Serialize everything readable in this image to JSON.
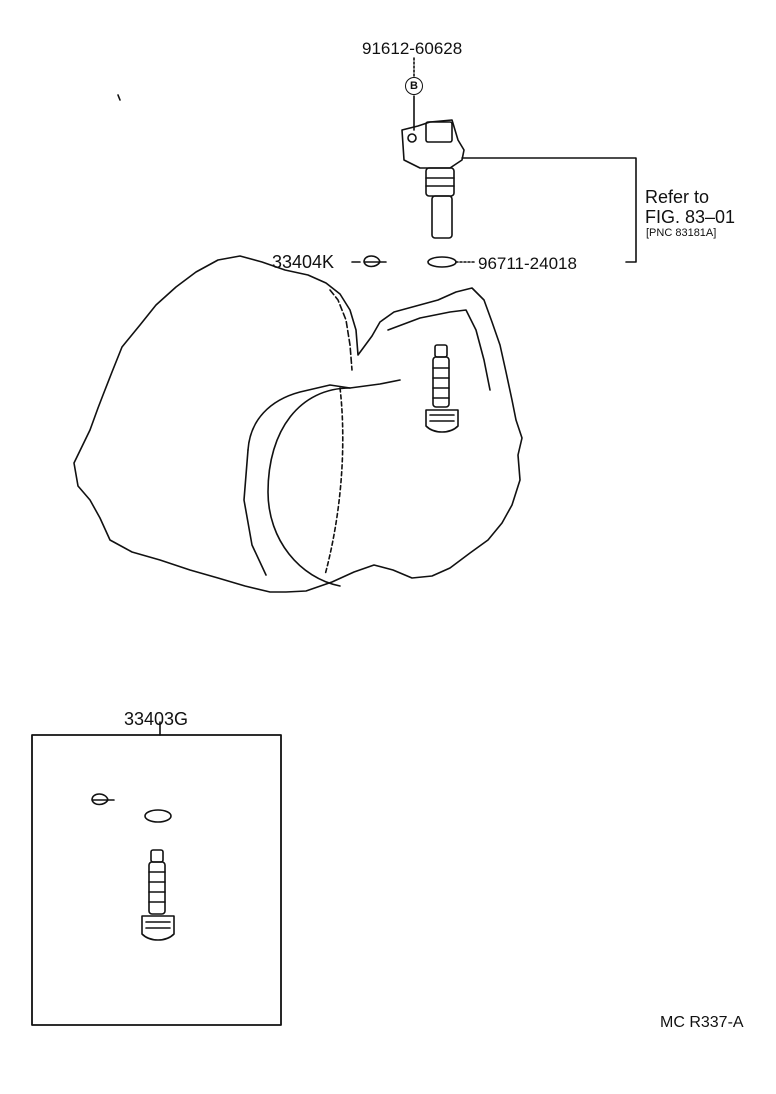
{
  "labels": {
    "bolt_part": "91612-60628",
    "bolt_marker": "B",
    "clip_part": "33404K",
    "oring_part": "96711-24018",
    "refer_line1": "Refer to",
    "refer_line2": "FIG. 83–01",
    "refer_line3": "[PNC 83181A]",
    "kit_part": "33403G",
    "figure_code": "MC R337-A"
  },
  "colors": {
    "line": "#111111",
    "background": "#ffffff"
  }
}
